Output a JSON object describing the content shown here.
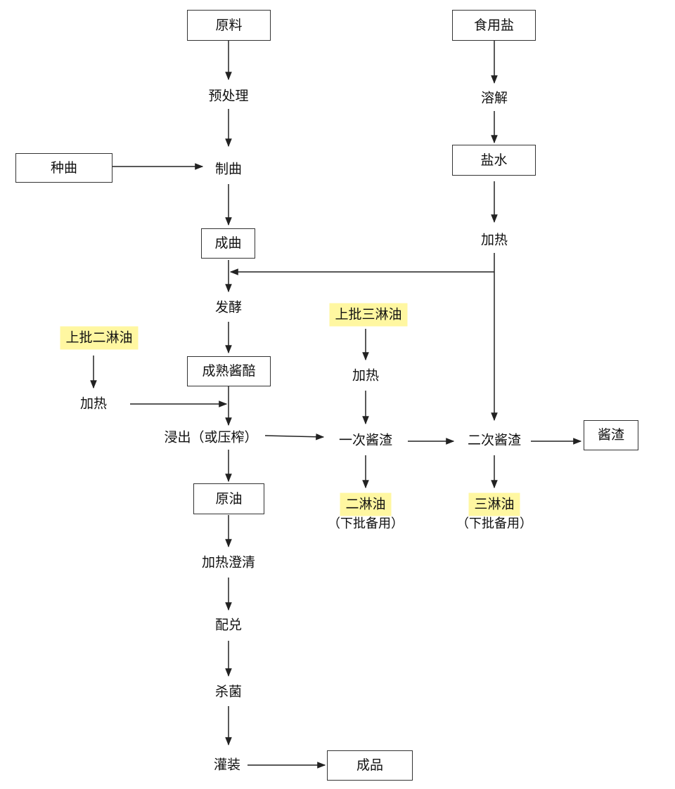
{
  "nodes": {
    "yuanliao": "原料",
    "shiyongyan": "食用盐",
    "yuchuli": "预处理",
    "rongjie": "溶解",
    "zhongqu": "种曲",
    "zhiqu": "制曲",
    "yanshui": "盐水",
    "chengqu": "成曲",
    "jiare_top": "加热",
    "fajiao": "发酵",
    "shangpi_sanlinyou": "上批三淋油",
    "shangpi_erlinyou": "上批二淋油",
    "chengshu_jiangpei": "成熟酱醅",
    "jiare_mid": "加热",
    "jiare_left": "加热",
    "jinchu": "浸出（或压榨）",
    "yici_jiangzha": "一次酱渣",
    "erci_jiangzha": "二次酱渣",
    "jiangzha": "酱渣",
    "yuanyou": "原油",
    "erlinyou": "二淋油",
    "erlinyou_note": "（下批备用）",
    "sanlinyou": "三淋油",
    "sanlinyou_note": "（下批备用）",
    "jiare_chengqing": "加热澄清",
    "peidui": "配兑",
    "shajun": "杀菌",
    "guanzhuang": "灌装",
    "chengpin": "成品"
  },
  "colors": {
    "highlight": "#fff7a1",
    "line": "#222222"
  }
}
